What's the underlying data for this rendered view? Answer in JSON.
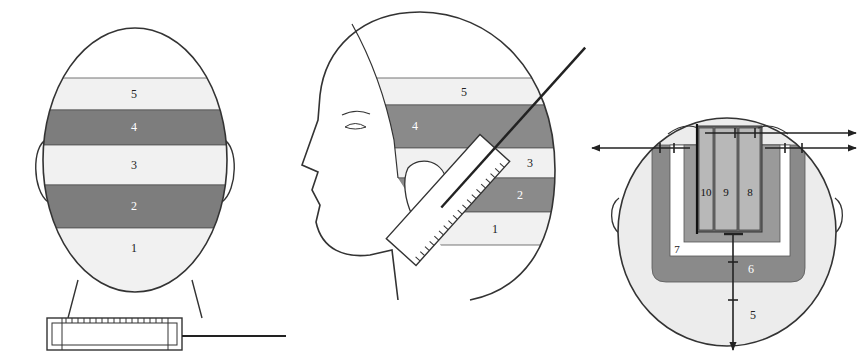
{
  "diagram": {
    "nodes": [
      {
        "text": [
          "5"
        ]
      },
      {
        "text": [
          "4"
        ]
      },
      {
        "text": [
          "3"
        ]
      },
      {
        "text": [
          "2"
        ]
      },
      {
        "text": [
          "1"
        ]
      },
      {
        "text": [
          "5"
        ]
      },
      {
        "text": [
          "4"
        ]
      },
      {
        "text": [
          "3"
        ]
      },
      {
        "text": [
          "2"
        ]
      },
      {
        "text": [
          "1"
        ]
      },
      {
        "text": [
          "5"
        ]
      },
      {
        "text": [
          "6"
        ],
        "in": 10
      },
      {
        "text": [
          "7"
        ],
        "in": 11
      },
      {
        "text": [
          "10"
        ],
        "in": 12
      },
      {
        "text": [
          "9"
        ],
        "in": 12
      },
      {
        "text": [
          "8"
        ],
        "in": 12
      }
    ]
  }
}
